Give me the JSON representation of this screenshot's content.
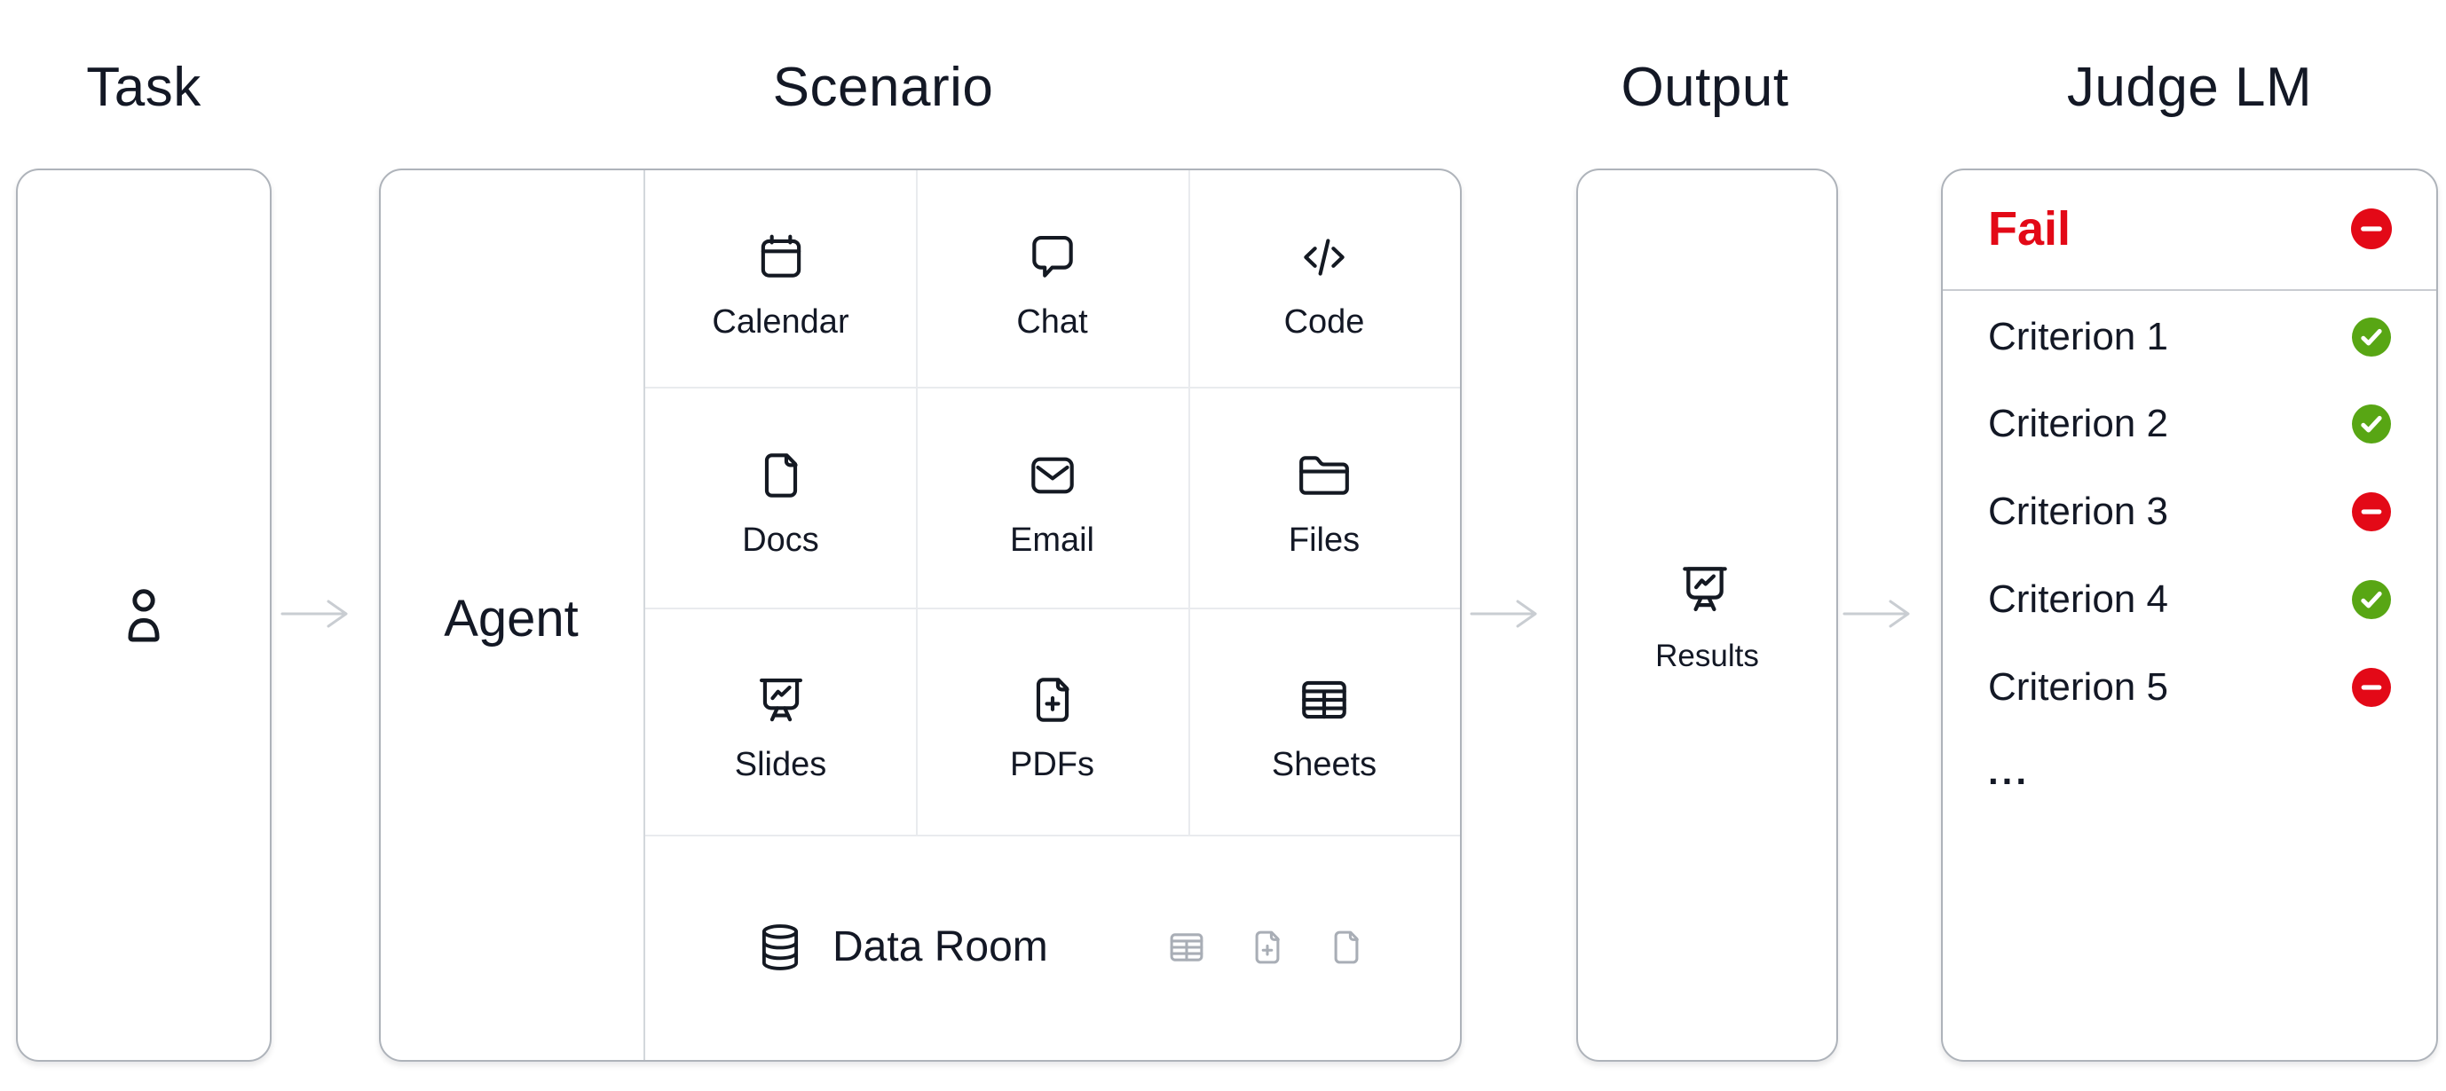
{
  "headers": {
    "task": "Task",
    "scenario": "Scenario",
    "output": "Output",
    "judge": "Judge LM"
  },
  "task": {
    "icon": "person-icon"
  },
  "scenario": {
    "agent_label": "Agent",
    "apps": [
      {
        "label": "Calendar",
        "icon": "calendar-icon"
      },
      {
        "label": "Chat",
        "icon": "chat-icon"
      },
      {
        "label": "Code",
        "icon": "code-icon"
      },
      {
        "label": "Docs",
        "icon": "file-icon"
      },
      {
        "label": "Email",
        "icon": "mail-icon"
      },
      {
        "label": "Files",
        "icon": "folder-icon"
      },
      {
        "label": "Slides",
        "icon": "presentation-chart-icon"
      },
      {
        "label": "PDFs",
        "icon": "file-plus-icon"
      },
      {
        "label": "Sheets",
        "icon": "table-icon"
      }
    ],
    "data_room": {
      "label": "Data Room",
      "icon": "database-icon",
      "tool_icons": [
        "table-icon",
        "file-plus-icon",
        "file-icon"
      ]
    }
  },
  "output": {
    "results_label": "Results",
    "icon": "presentation-chart-icon"
  },
  "judge": {
    "verdict": {
      "label": "Fail",
      "status": "fail"
    },
    "criteria": [
      {
        "label": "Criterion 1",
        "status": "pass"
      },
      {
        "label": "Criterion 2",
        "status": "pass"
      },
      {
        "label": "Criterion 3",
        "status": "fail"
      },
      {
        "label": "Criterion 4",
        "status": "pass"
      },
      {
        "label": "Criterion 5",
        "status": "fail"
      }
    ],
    "more_label": "..."
  },
  "colors": {
    "ink": "#131825",
    "fail_red": "#e30917",
    "pass_green": "#58a614",
    "arrow_gray": "#c9cdd2",
    "box_border": "#aeb3ba",
    "grid_line": "#e9ebee",
    "agent_divider": "#d3d7dc",
    "judge_divider": "#c9ccd1",
    "muted_icon": "#a9aeb6"
  }
}
